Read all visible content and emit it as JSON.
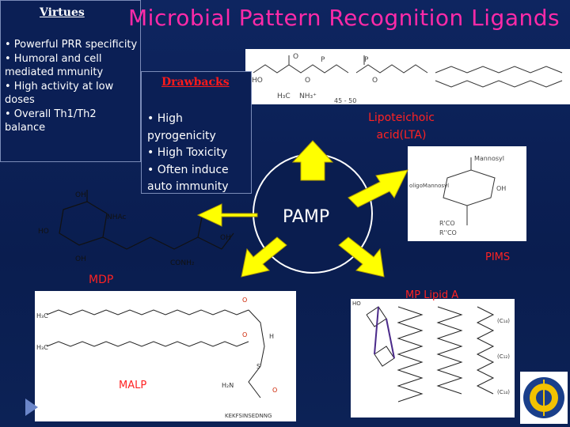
{
  "title": "Microbial Pattern Recognition Ligands",
  "virtues": {
    "heading": "Virtues",
    "items": [
      "• Powerful PRR specificity",
      "• Humoral and cell mediated mmunity",
      "• High activity at low doses",
      "• Overall Th1/Th2 balance"
    ]
  },
  "drawbacks": {
    "heading": "Drawbacks",
    "items": [
      "• High pyrogenicity",
      "• High Toxicity",
      "• Often induce auto immunity"
    ]
  },
  "center": {
    "label": "PAMP"
  },
  "ligands": {
    "lta": "Lipoteichoic acid(LTA)",
    "pims": "PIMS",
    "mdp": "MDP",
    "mp_lipid_a": "MP Lipid A",
    "malp": "MALP"
  },
  "structure_text": {
    "lta_chain_range": "45 - 50",
    "pims_monosaccharide": "Mannosyl",
    "pims_oligo": "oligoMannosyl",
    "mdp_nhac": "NHAc",
    "mdp_conh2": "CONH₂",
    "malp_peptide": "KEKFSINSEDNNG"
  },
  "colors": {
    "title": "#ff2aa8",
    "drawbacks_heading": "#ff1a1a",
    "ligand_label": "#ff2222",
    "arrow_fill": "#ffff00",
    "background": "#0b1f55"
  }
}
